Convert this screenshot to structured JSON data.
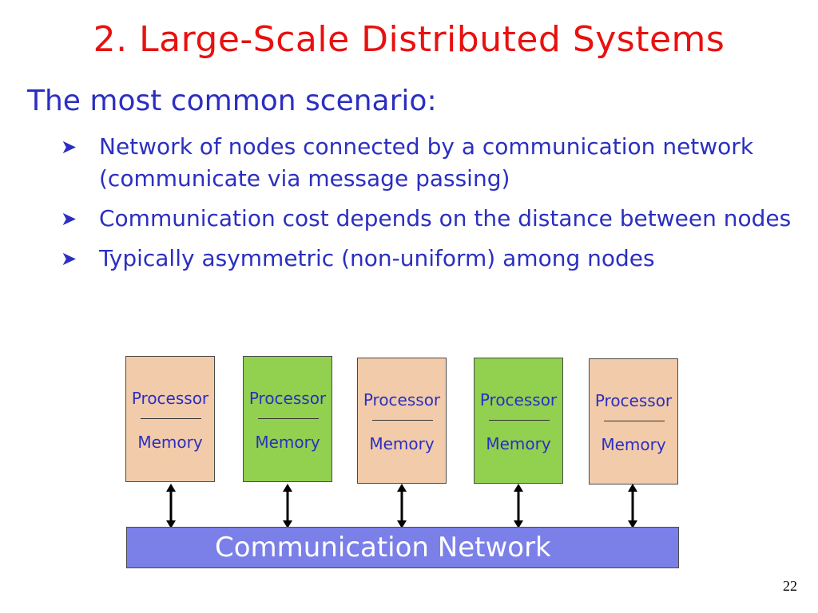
{
  "slide": {
    "title": "2. Large-Scale Distributed Systems",
    "subtitle": "The most common scenario:",
    "bullet_icon": "arrow-right-icon",
    "bullets": [
      "Network of nodes connected by a communication network (communicate via message passing)",
      "Communication cost depends on the distance between nodes",
      "Typically asymmetric (non-uniform)  among nodes"
    ],
    "page_number": "22"
  },
  "diagram": {
    "nodes": [
      {
        "processor": "Processor",
        "memory": "Memory",
        "color": "#f2cbaa"
      },
      {
        "processor": "Processor",
        "memory": "Memory",
        "color": "#92d050"
      },
      {
        "processor": "Processor",
        "memory": "Memory",
        "color": "#f2cbaa"
      },
      {
        "processor": "Processor",
        "memory": "Memory",
        "color": "#92d050"
      },
      {
        "processor": "Processor",
        "memory": "Memory",
        "color": "#f2cbaa"
      }
    ],
    "network_label": "Communication Network",
    "network_color": "#7b7fe8"
  },
  "colors": {
    "title": "#e8110f",
    "text": "#2b2fc0"
  }
}
